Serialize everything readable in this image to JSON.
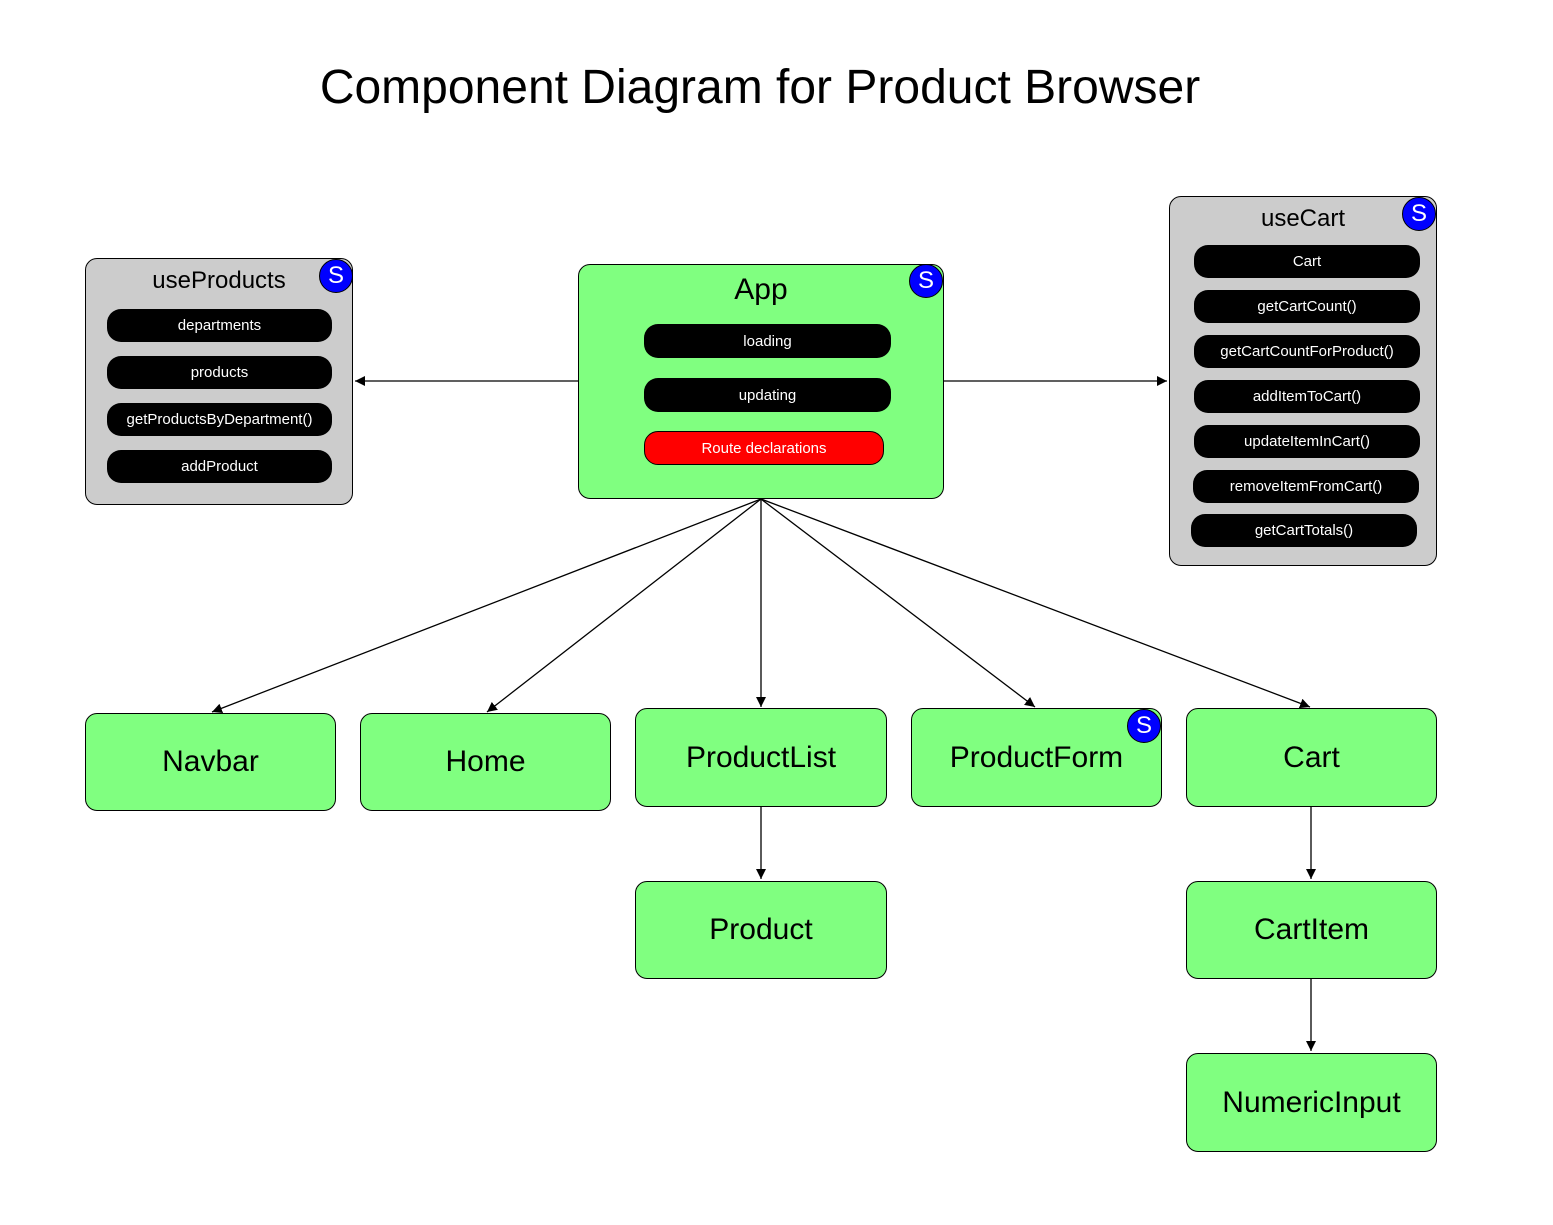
{
  "title": "Component Diagram for Product Browser",
  "state_badge": "S",
  "app": {
    "name": "App",
    "items": [
      "loading",
      "updating"
    ],
    "route_item": "Route declarations"
  },
  "use_products": {
    "name": "useProducts",
    "items": [
      "departments",
      "products",
      "getProductsByDepartment()",
      "addProduct"
    ]
  },
  "use_cart": {
    "name": "useCart",
    "items": [
      "Cart",
      "getCartCount()",
      "getCartCountForProduct()",
      "addItemToCart()",
      "updateItemInCart()",
      "removeItemFromCart()",
      "getCartTotals()"
    ]
  },
  "components": {
    "navbar": "Navbar",
    "home": "Home",
    "product_list": "ProductList",
    "product_form": "ProductForm",
    "cart": "Cart",
    "product": "Product",
    "cart_item": "CartItem",
    "numeric_input": "NumericInput"
  },
  "colors": {
    "component_fill": "#80ff80",
    "hook_fill": "#cccccc",
    "badge_fill": "#0000ff",
    "route_fill": "#ff0000"
  }
}
